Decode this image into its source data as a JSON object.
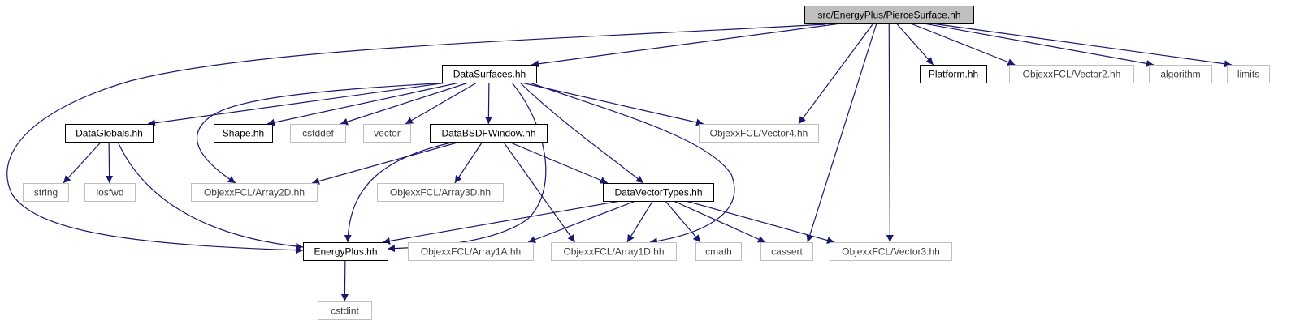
{
  "colors": {
    "edge": "#191970",
    "root_fill": "#bfbfbf",
    "primary_border": "#000000",
    "secondary_border": "#bfbfbf",
    "secondary_text": "#3f3f3f",
    "primary_text": "#000000"
  },
  "nodes": [
    {
      "id": "root",
      "label": "src/EnergyPlus/PierceSurface.hh",
      "kind": "root"
    },
    {
      "id": "datasurfaces",
      "label": "DataSurfaces.hh",
      "kind": "primary"
    },
    {
      "id": "platform",
      "label": "Platform.hh",
      "kind": "primary"
    },
    {
      "id": "vector2",
      "label": "ObjexxFCL/Vector2.hh",
      "kind": "secondary"
    },
    {
      "id": "algorithm",
      "label": "algorithm",
      "kind": "secondary"
    },
    {
      "id": "limits",
      "label": "limits",
      "kind": "secondary"
    },
    {
      "id": "dataglobals",
      "label": "DataGlobals.hh",
      "kind": "primary"
    },
    {
      "id": "shape",
      "label": "Shape.hh",
      "kind": "primary"
    },
    {
      "id": "cstddef",
      "label": "cstddef",
      "kind": "secondary"
    },
    {
      "id": "vector",
      "label": "vector",
      "kind": "secondary"
    },
    {
      "id": "databsdf",
      "label": "DataBSDFWindow.hh",
      "kind": "primary"
    },
    {
      "id": "vector4",
      "label": "ObjexxFCL/Vector4.hh",
      "kind": "secondary"
    },
    {
      "id": "string",
      "label": "string",
      "kind": "secondary"
    },
    {
      "id": "iosfwd",
      "label": "iosfwd",
      "kind": "secondary"
    },
    {
      "id": "array2d",
      "label": "ObjexxFCL/Array2D.hh",
      "kind": "secondary"
    },
    {
      "id": "array3d",
      "label": "ObjexxFCL/Array3D.hh",
      "kind": "secondary"
    },
    {
      "id": "datavector",
      "label": "DataVectorTypes.hh",
      "kind": "primary"
    },
    {
      "id": "energyplus",
      "label": "EnergyPlus.hh",
      "kind": "primary"
    },
    {
      "id": "array1a",
      "label": "ObjexxFCL/Array1A.hh",
      "kind": "secondary"
    },
    {
      "id": "array1d",
      "label": "ObjexxFCL/Array1D.hh",
      "kind": "secondary"
    },
    {
      "id": "cmath",
      "label": "cmath",
      "kind": "secondary"
    },
    {
      "id": "cassert",
      "label": "cassert",
      "kind": "secondary"
    },
    {
      "id": "vector3",
      "label": "ObjexxFCL/Vector3.hh",
      "kind": "secondary"
    },
    {
      "id": "cstdint",
      "label": "cstdint",
      "kind": "secondary"
    }
  ],
  "edges": [
    {
      "from": "root",
      "to": "datasurfaces"
    },
    {
      "from": "root",
      "to": "platform"
    },
    {
      "from": "root",
      "to": "vector2"
    },
    {
      "from": "root",
      "to": "algorithm"
    },
    {
      "from": "root",
      "to": "limits"
    },
    {
      "from": "root",
      "to": "vector4"
    },
    {
      "from": "root",
      "to": "cassert"
    },
    {
      "from": "root",
      "to": "vector3"
    },
    {
      "from": "root",
      "to": "energyplus"
    },
    {
      "from": "datasurfaces",
      "to": "dataglobals"
    },
    {
      "from": "datasurfaces",
      "to": "shape"
    },
    {
      "from": "datasurfaces",
      "to": "cstddef"
    },
    {
      "from": "datasurfaces",
      "to": "vector"
    },
    {
      "from": "datasurfaces",
      "to": "databsdf"
    },
    {
      "from": "datasurfaces",
      "to": "vector4"
    },
    {
      "from": "datasurfaces",
      "to": "array2d"
    },
    {
      "from": "datasurfaces",
      "to": "datavector"
    },
    {
      "from": "datasurfaces",
      "to": "array1d"
    },
    {
      "from": "datasurfaces",
      "to": "energyplus"
    },
    {
      "from": "dataglobals",
      "to": "string"
    },
    {
      "from": "dataglobals",
      "to": "iosfwd"
    },
    {
      "from": "dataglobals",
      "to": "energyplus"
    },
    {
      "from": "databsdf",
      "to": "array2d"
    },
    {
      "from": "databsdf",
      "to": "array3d"
    },
    {
      "from": "databsdf",
      "to": "datavector"
    },
    {
      "from": "databsdf",
      "to": "array1d"
    },
    {
      "from": "databsdf",
      "to": "energyplus"
    },
    {
      "from": "datavector",
      "to": "energyplus"
    },
    {
      "from": "datavector",
      "to": "array1a"
    },
    {
      "from": "datavector",
      "to": "array1d"
    },
    {
      "from": "datavector",
      "to": "cmath"
    },
    {
      "from": "datavector",
      "to": "cassert"
    },
    {
      "from": "datavector",
      "to": "vector3"
    },
    {
      "from": "energyplus",
      "to": "cstdint"
    }
  ]
}
